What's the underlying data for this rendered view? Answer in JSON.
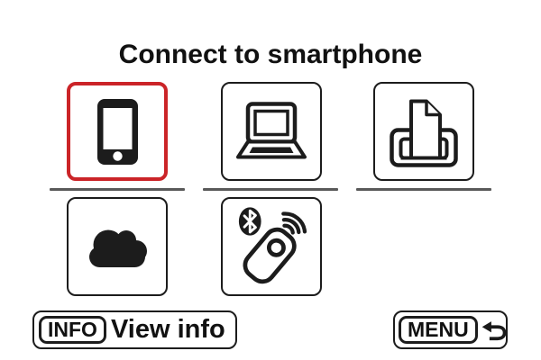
{
  "screen": {
    "title": "Connect to smartphone"
  },
  "colors": {
    "selection_red": "#cb2428",
    "outline_black": "#1c1c1c",
    "divider_gray": "#595959"
  },
  "tiles": {
    "row1": [
      {
        "icon": "smartphone-icon",
        "selected": true
      },
      {
        "icon": "computer-icon",
        "selected": false
      },
      {
        "icon": "printer-icon",
        "selected": false
      }
    ],
    "row2": [
      {
        "icon": "cloud-icon",
        "selected": false
      },
      {
        "icon": "bluetooth-remote-icon",
        "selected": false
      }
    ]
  },
  "footer": {
    "info_key_label": "INFO",
    "info_action_label": "View info",
    "menu_key_label": "MENU",
    "menu_icon": "return-arrow-icon"
  }
}
